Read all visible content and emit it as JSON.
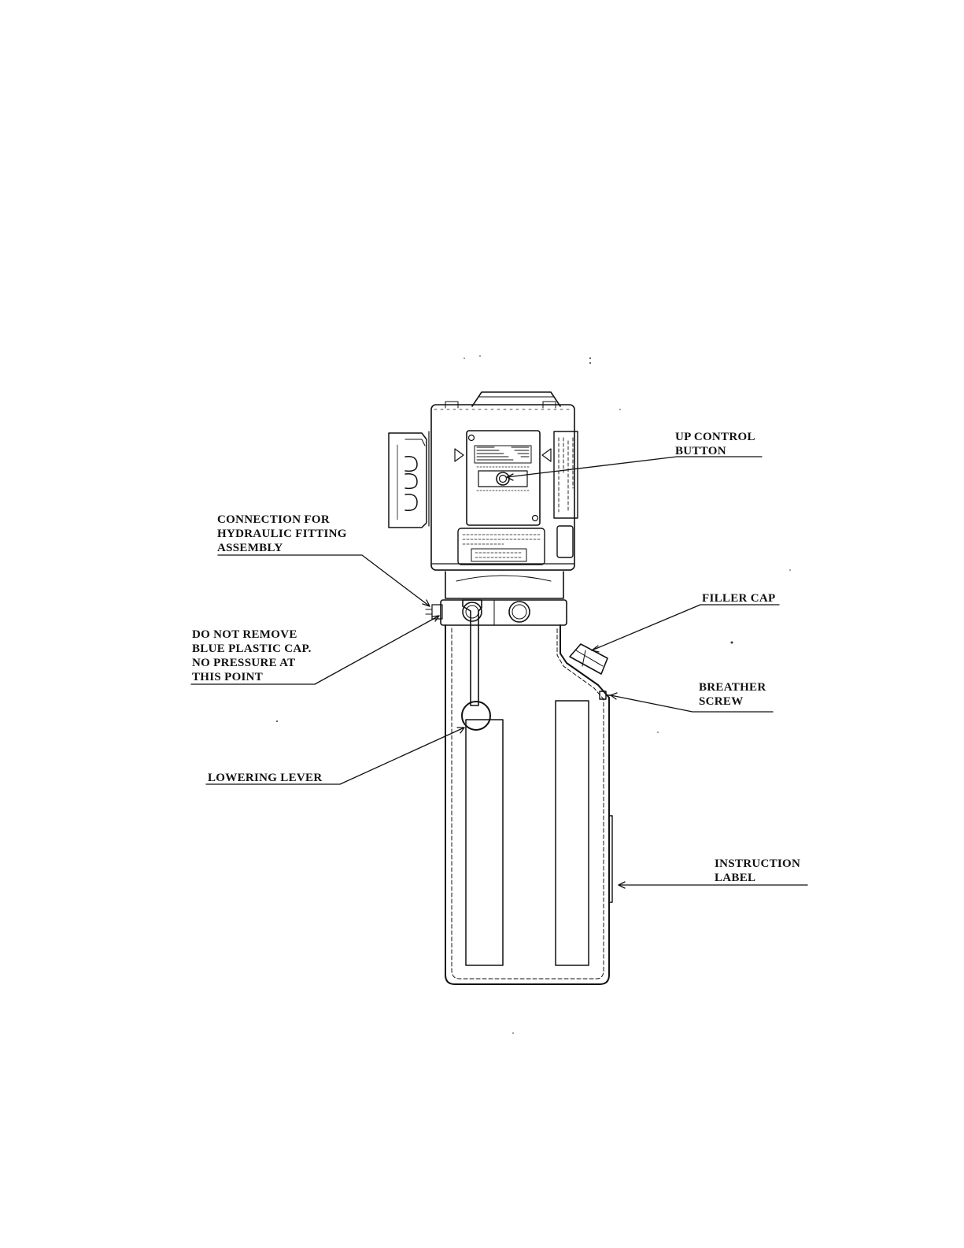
{
  "callouts": {
    "up_control_button": [
      "UP CONTROL",
      "BUTTON"
    ],
    "connection_fitting": [
      "CONNECTION FOR",
      "HYDRAULIC FITTING",
      "ASSEMBLY"
    ],
    "blue_cap": [
      "DO NOT REMOVE",
      "BLUE PLASTIC CAP.",
      "NO PRESSURE AT",
      "THIS POINT"
    ],
    "lowering_lever": [
      "LOWERING LEVER"
    ],
    "filler_cap": [
      "FILLER CAP"
    ],
    "breather_screw": [
      "BREATHER",
      "SCREW"
    ],
    "instruction_label": [
      "INSTRUCTION",
      "LABEL"
    ]
  },
  "colors": {
    "ink": "#111111",
    "background": "#ffffff"
  }
}
